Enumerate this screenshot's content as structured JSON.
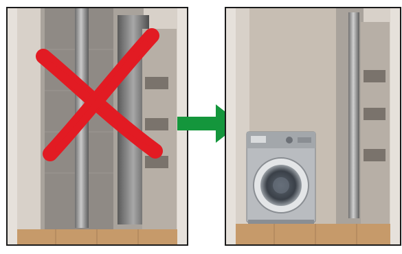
{
  "figure": {
    "left_panel": {
      "state": "rejected",
      "mark": "red-x-icon"
    },
    "right_panel": {
      "state": "approved",
      "appliance": "washing-machine"
    },
    "arrow": {
      "icon": "arrow-right-icon",
      "color": "#14963c"
    },
    "colors": {
      "cross": "#e21b23",
      "arrow": "#14963c",
      "floor": "#c69a6a",
      "wall": "#d9d2ca",
      "pipe": "#8c8c8c"
    }
  }
}
